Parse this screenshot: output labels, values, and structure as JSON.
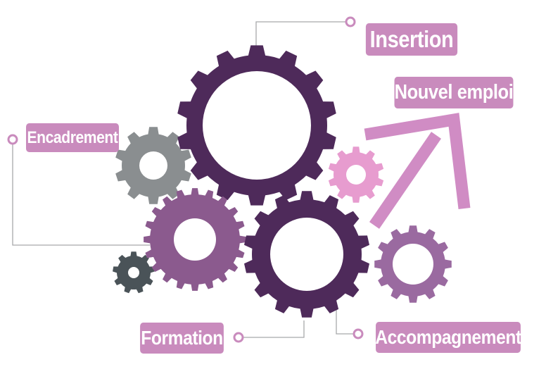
{
  "labels": {
    "insertion": "Insertion",
    "nouvel_emploi": "Nouvel emploi",
    "encadrement": "Encadrement",
    "formation": "Formation",
    "accompagnement": "Accompagnement"
  },
  "colors": {
    "dark_purple": "#4e2a5a",
    "mid_purple": "#8b5a8e",
    "light_purple": "#9a6aa0",
    "label_pink": "#c98bbd",
    "arrow_pink": "#d08cc4",
    "gear_pink": "#e79ccf",
    "gear_gray": "#8a8e90",
    "gear_dark_gray": "#4a5358",
    "connector": "#a7a9ab"
  }
}
